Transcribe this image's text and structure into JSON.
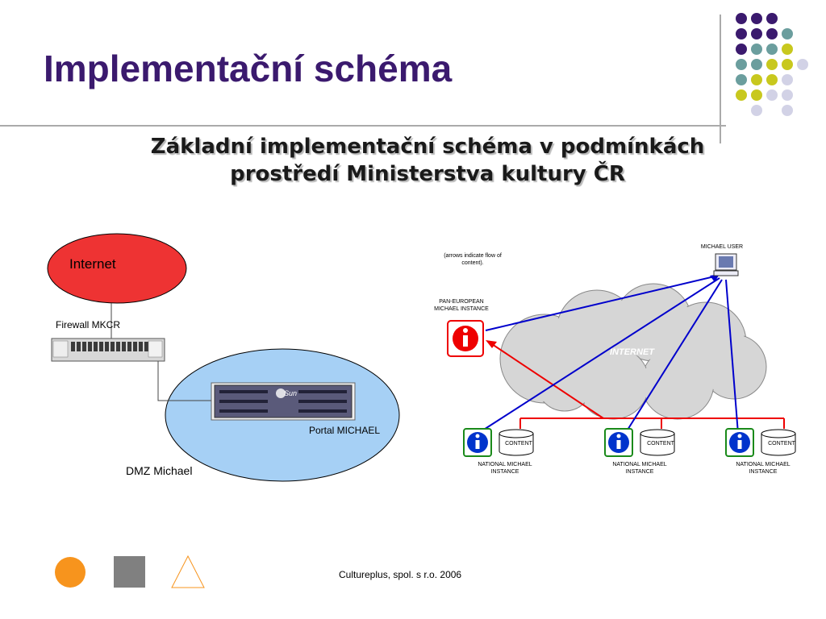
{
  "slide": {
    "title": "Implementační schéma",
    "subtitle_line1": "Základní implementační schéma v podmínkách",
    "subtitle_line2": "prostředí Ministerstva kultury ČR"
  },
  "left_diagram": {
    "internet": "Internet",
    "firewall": "Firewall MKCR",
    "portal": "Portal MICHAEL",
    "dmz": "DMZ Michael",
    "server_logo": "Sun"
  },
  "right_diagram": {
    "note_line1": "(arrows indicate flow of",
    "note_line2": "content).",
    "user": "MICHAEL USER",
    "pan_line1": "PAN-EUROPEAN",
    "pan_line2": "MICHAEL INSTANCE",
    "cloud": "INTERNET",
    "content": "CONTENT",
    "national_line1": "NATIONAL MICHAEL",
    "national_line2": "INSTANCE",
    "info_glyph": "i"
  },
  "footer": "Cultureplus, spol. s r.o. 2006",
  "colors": {
    "title": "#3b1a6e",
    "purple_dot": "#3b1a6e",
    "teal_dot": "#6b9e9e",
    "yellow_dot": "#c8c81e",
    "lavender_dot": "#d2d2e6",
    "internet_ellipse": "#ee3333",
    "dmz_ellipse": "#a6d0f5",
    "blue_arrow": "#0000cc",
    "red_arrow": "#ee0000"
  }
}
